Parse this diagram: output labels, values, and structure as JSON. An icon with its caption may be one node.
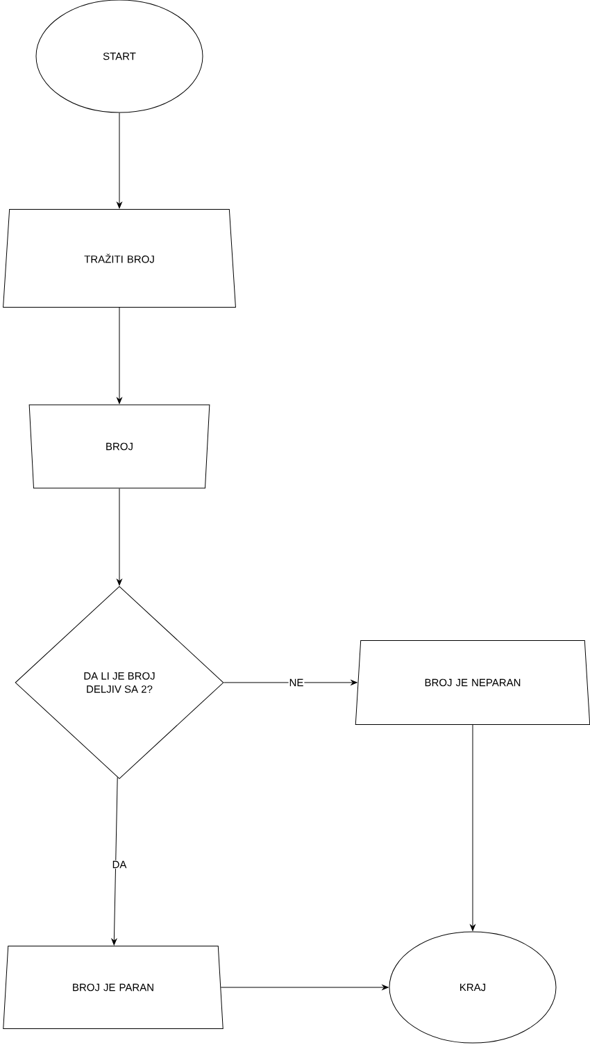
{
  "diagram": {
    "nodes": [
      {
        "text": [
          "START"
        ]
      },
      {
        "text": [
          "TRAŽITI BROJ"
        ]
      },
      {
        "text": [
          "BROJ"
        ]
      },
      {
        "text": [
          "DA LI JE BROJ DELJIV SA 2?"
        ]
      },
      {
        "text": [
          "BROJ JE NEPARAN"
        ]
      },
      {
        "text": [
          "BROJ JE PARAN"
        ]
      },
      {
        "text": [
          "KRAJ"
        ]
      }
    ],
    "edges": [
      {
        "from": 0,
        "to": 1,
        "arrow": "to"
      },
      {
        "from": 1,
        "to": 2,
        "arrow": "to"
      },
      {
        "from": 2,
        "to": 3,
        "arrow": "to"
      },
      {
        "from": 3,
        "to": 4,
        "arrow": "to",
        "label": "NE"
      },
      {
        "from": 3,
        "to": 5,
        "arrow": "to",
        "label": "DA"
      },
      {
        "from": 4,
        "to": 6,
        "arrow": "to"
      },
      {
        "from": 5,
        "to": 6,
        "arrow": "to"
      }
    ]
  }
}
